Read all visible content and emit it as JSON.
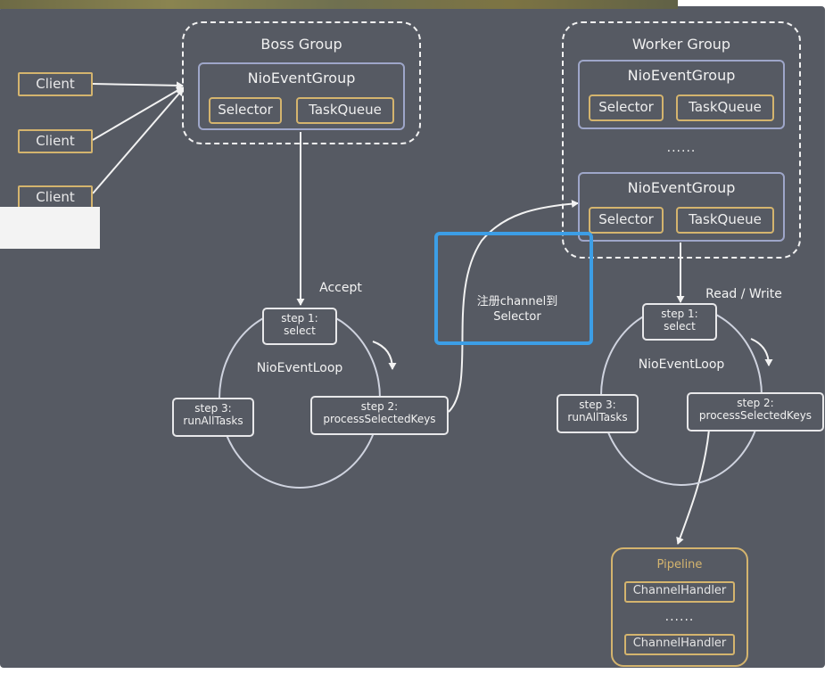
{
  "clients": [
    "Client",
    "Client",
    "Client"
  ],
  "boss_group": {
    "title": "Boss Group",
    "nio_title": "NioEventGroup",
    "selector": "Selector",
    "taskqueue": "TaskQueue"
  },
  "worker_group": {
    "title": "Worker Group",
    "nio_title_1": "NioEventGroup",
    "nio_title_2": "NioEventGroup",
    "selector": "Selector",
    "taskqueue": "TaskQueue",
    "dots": "......"
  },
  "labels": {
    "accept": "Accept",
    "read_write": "Read / Write",
    "register_line1": "注册channel到",
    "register_line2": "Selector"
  },
  "loops": {
    "name": "NioEventLoop",
    "step1_line1": "step 1:",
    "step1_line2": "select",
    "step2_line1": "step 2:",
    "step2_line2": "processSelectedKeys",
    "step3_line1": "step 3:",
    "step3_line2": "runAllTasks"
  },
  "pipeline": {
    "title": "Pipeline",
    "handler_1": "ChannelHandler",
    "dots": "......",
    "handler_2": "ChannelHandler"
  }
}
